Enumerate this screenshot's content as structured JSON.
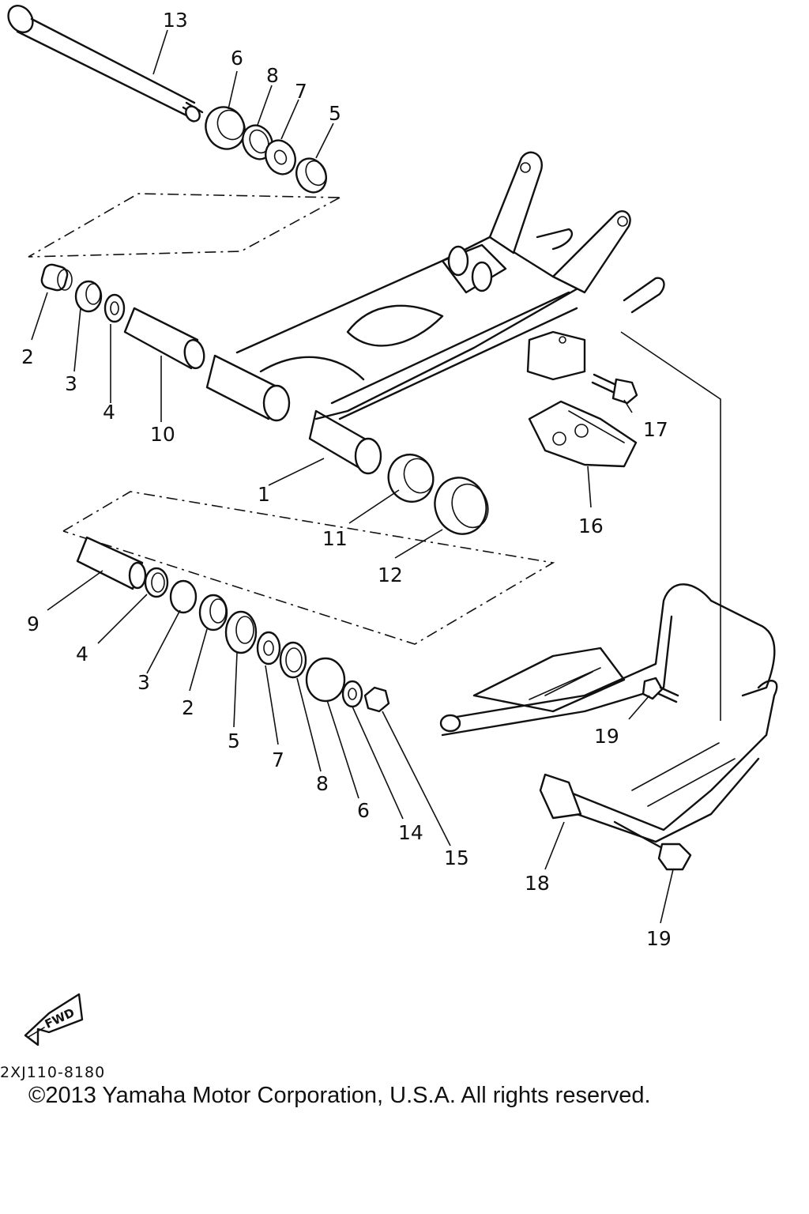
{
  "diagram": {
    "title": "",
    "code": "2XJ110-8180",
    "fwd_label": "FWD",
    "copyright": "©2013 Yamaha Motor Corporation, U.S.A. All rights reserved.",
    "callouts": [
      {
        "id": "c13a",
        "text": "13"
      },
      {
        "id": "c6a",
        "text": "6"
      },
      {
        "id": "c8a",
        "text": "8"
      },
      {
        "id": "c7a",
        "text": "7"
      },
      {
        "id": "c5a",
        "text": "5"
      },
      {
        "id": "c2a",
        "text": "2"
      },
      {
        "id": "c3a",
        "text": "3"
      },
      {
        "id": "c4a",
        "text": "4"
      },
      {
        "id": "c10",
        "text": "10"
      },
      {
        "id": "c1",
        "text": "1"
      },
      {
        "id": "c17",
        "text": "17"
      },
      {
        "id": "c16",
        "text": "16"
      },
      {
        "id": "c11",
        "text": "11"
      },
      {
        "id": "c12",
        "text": "12"
      },
      {
        "id": "c9",
        "text": "9"
      },
      {
        "id": "c4b",
        "text": "4"
      },
      {
        "id": "c3b",
        "text": "3"
      },
      {
        "id": "c2b",
        "text": "2"
      },
      {
        "id": "c5b",
        "text": "5"
      },
      {
        "id": "c7b",
        "text": "7"
      },
      {
        "id": "c8b",
        "text": "8"
      },
      {
        "id": "c6b",
        "text": "6"
      },
      {
        "id": "c14",
        "text": "14"
      },
      {
        "id": "c15",
        "text": "15"
      },
      {
        "id": "c19a",
        "text": "19"
      },
      {
        "id": "c18",
        "text": "18"
      },
      {
        "id": "c19b",
        "text": "19"
      }
    ]
  }
}
